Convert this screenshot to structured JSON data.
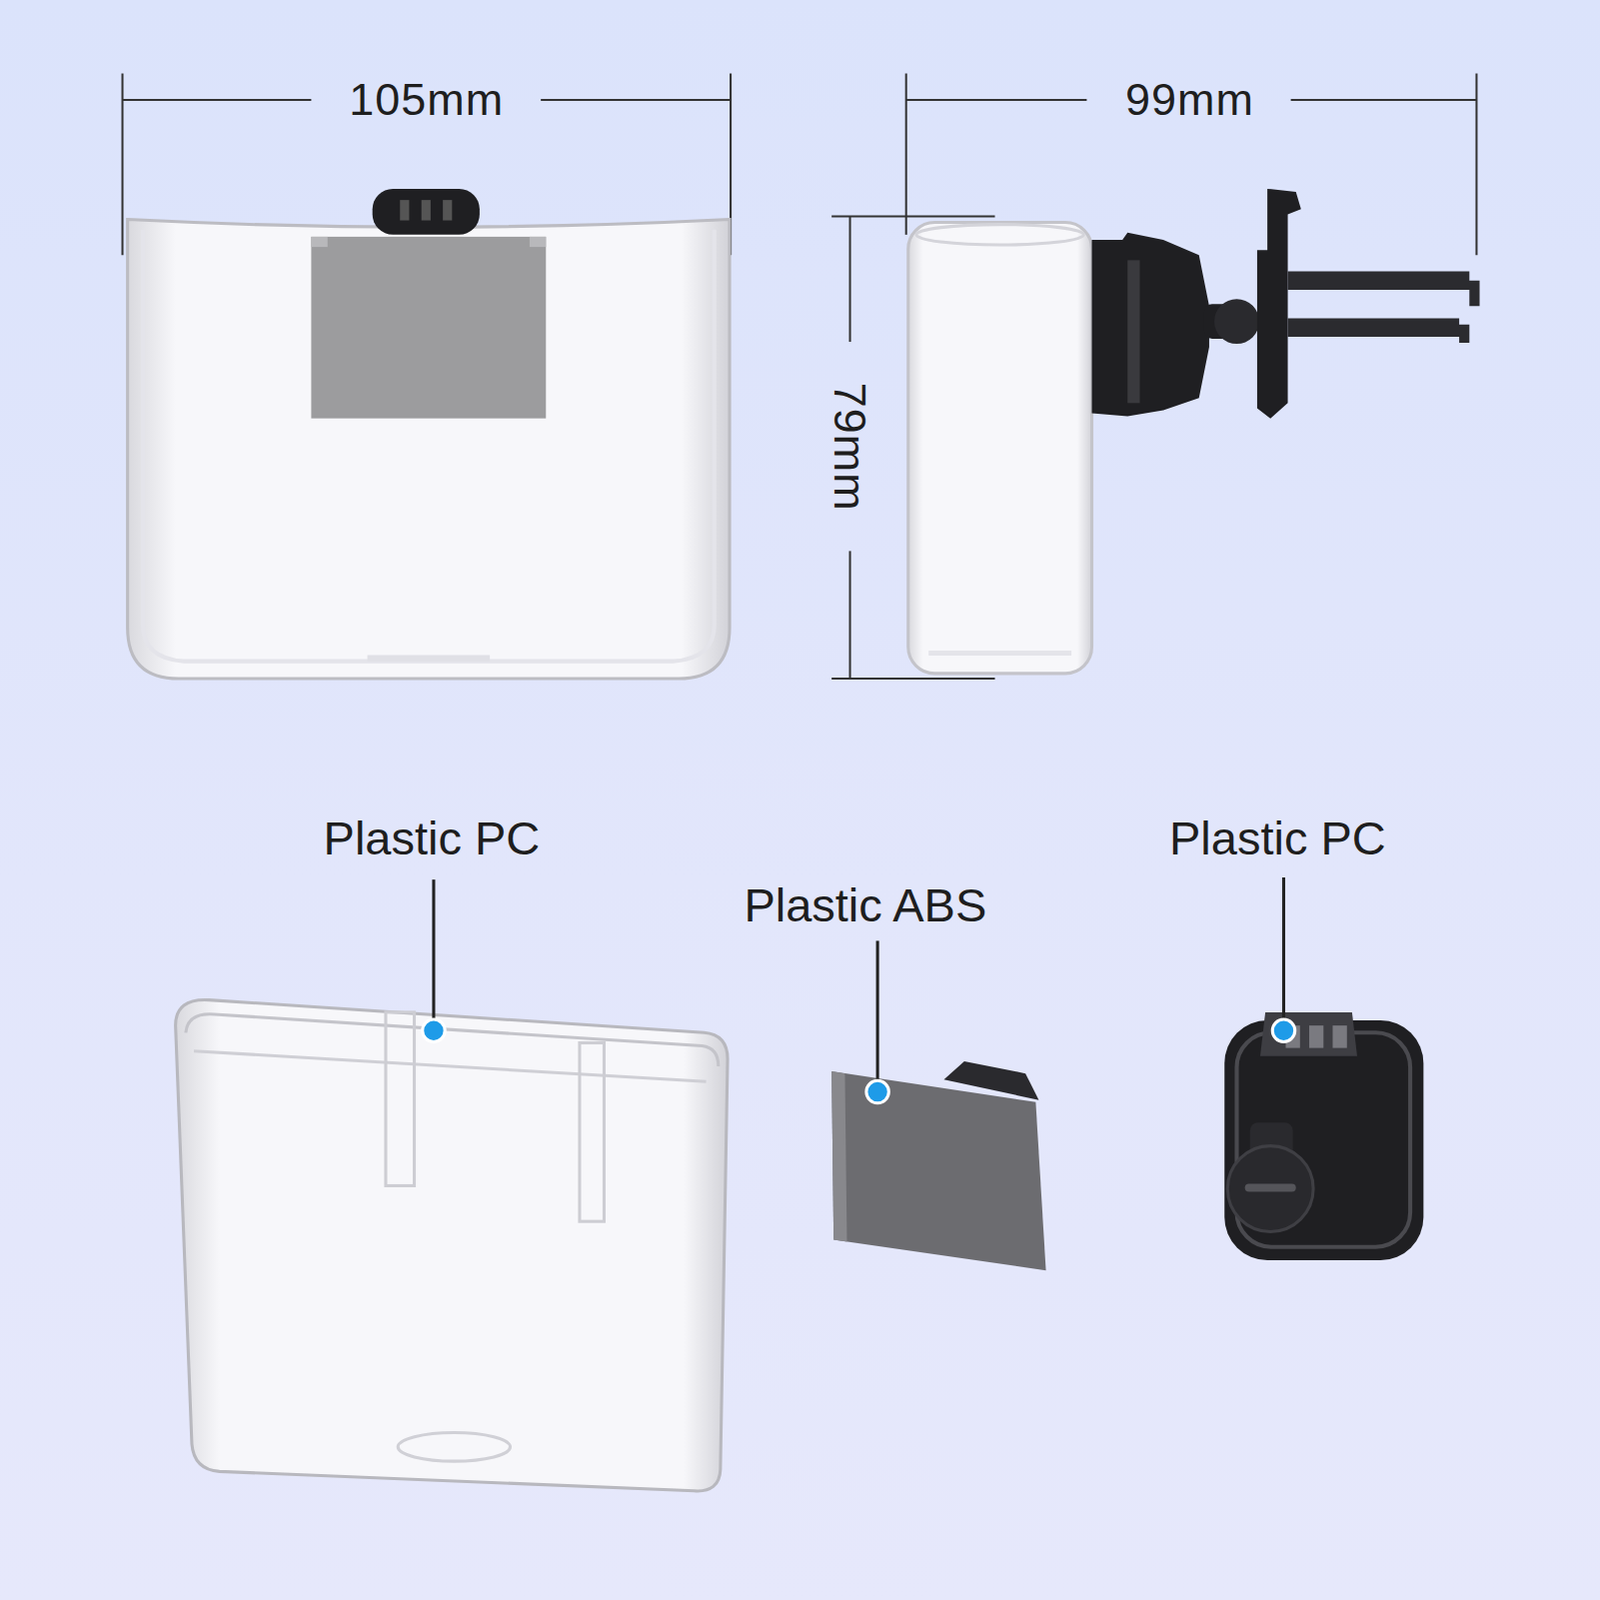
{
  "diagram": {
    "labels": [
      "105mm",
      "99mm",
      "79mm",
      "Plastic PC",
      "Plastic ABS",
      "Plastic PC"
    ]
  }
}
